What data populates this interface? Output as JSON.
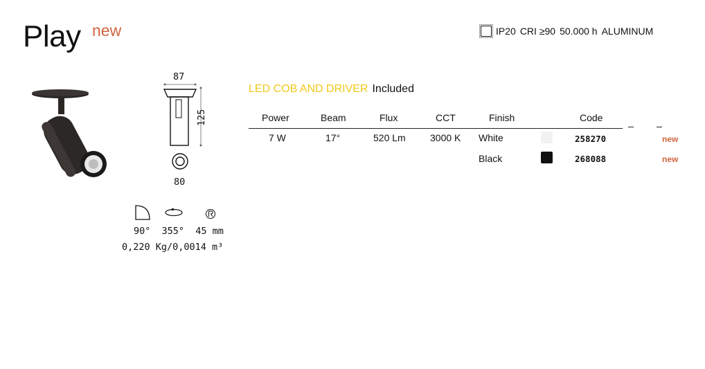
{
  "product": {
    "name": "Play",
    "badge": "new"
  },
  "specs": {
    "ip": "IP20",
    "cri": "CRI ≥90",
    "life": "50.000 h",
    "material": "ALUMINUM"
  },
  "led_info": {
    "label": "LED COB AND DRIVER",
    "status": "Included"
  },
  "drawing": {
    "width": "87",
    "height": "125",
    "cutout": "80"
  },
  "features": {
    "tilt": "90°",
    "rotation": "355°",
    "depth": "45 mm",
    "weight_volume": "0,220 Kg/0,0014 m³"
  },
  "table": {
    "headers": [
      "Power",
      "Beam",
      "Flux",
      "CCT",
      "Finish",
      "Code"
    ],
    "row_shared": {
      "power": "7 W",
      "beam": "17°",
      "flux": "520 Lm",
      "cct": "3000 K"
    },
    "finishes": [
      {
        "finish": "White",
        "swatch": "#f2f2f2",
        "code": "258270",
        "tag": "new"
      },
      {
        "finish": "Black",
        "swatch": "#111111",
        "code": "268088",
        "tag": "new"
      }
    ]
  },
  "colors": {
    "accent_new": "#d0653f",
    "led_yellow": "#f2c81a"
  }
}
